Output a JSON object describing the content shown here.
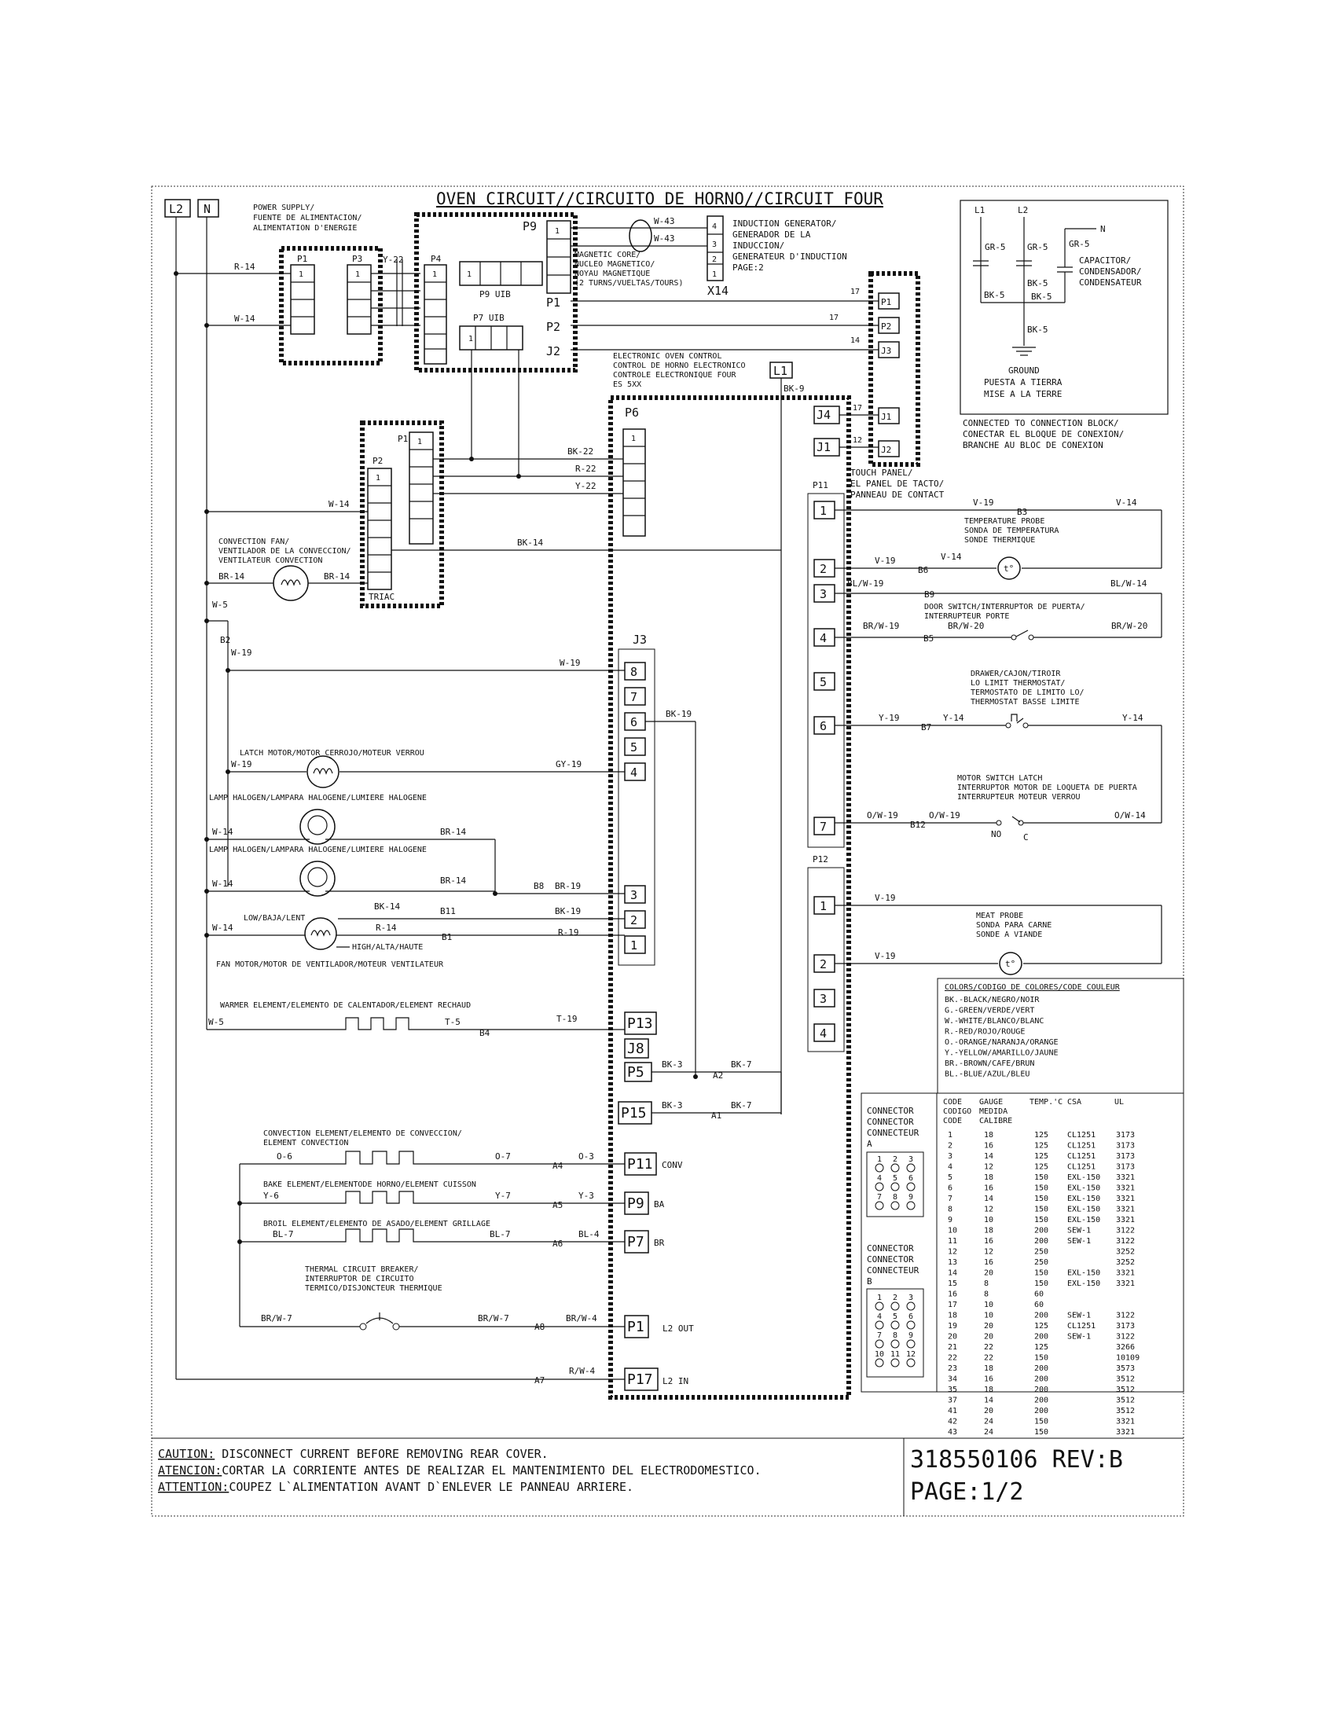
{
  "title": "OVEN CIRCUIT//CIRCUITO DE HORNO//CIRCUIT FOUR",
  "terminals": {
    "l2": "L2",
    "n": "N",
    "l1": "L1"
  },
  "power_supply": [
    "POWER SUPPLY/",
    "FUENTE DE ALIMENTACION/",
    "ALIMENTATION D'ENERGIE"
  ],
  "connectors": {
    "p1": "P1",
    "p3": "P3",
    "p4": "P4",
    "p9": "P9",
    "p2": "P2",
    "j2": "J2",
    "p9_uib": "P9 UIB",
    "p7_uib": "P7 UIB",
    "x14": "X14",
    "p6": "P6",
    "j3": "J3",
    "j4": "J4",
    "j1": "J1",
    "p11": "P11",
    "p12": "P12",
    "triac": "TRIAC",
    "p13": "P13",
    "j8": "J8",
    "p5": "P5",
    "p15": "P15",
    "p11b": "P11",
    "p9b": "P9",
    "p7b": "P7",
    "p1b": "P1",
    "p17": "P17",
    "conv": "CONV",
    "ba": "BA",
    "br": "BR",
    "l2out": "L2 OUT",
    "l2in": "L2 IN",
    "one": "1",
    "two": "2",
    "three": "3",
    "four": "4"
  },
  "induction": [
    "INDUCTION  GENERATOR/",
    "GENERADOR DE LA",
    "INDUCCION/",
    "GENERATEUR D'INDUCTION",
    "PAGE:2"
  ],
  "magnetic_core": [
    "MAGNETIC CORE/",
    "NUCLEO MAGNETICO/",
    "NOYAU MAGNETIQUE",
    "(2 TURNS/VUELTAS/TOURS)"
  ],
  "electronic_control": [
    "ELECTRONIC OVEN CONTROL",
    "CONTROL DE HORNO ELECTRONICO",
    "CONTROLE ELECTRONIQUE FOUR",
    "ES 5XX"
  ],
  "touch_panel": [
    "TOUCH PANEL/",
    "EL PANEL DE TACTO/",
    "PANNEAU DE CONTACT"
  ],
  "capacitor": [
    "CAPACITOR/",
    "CONDENSADOR/",
    "CONDENSATEUR"
  ],
  "ground": [
    "GROUND",
    "PUESTA A TIERRA",
    "MISE A LA TERRE"
  ],
  "connection_block": [
    "CONNECTED TO CONNECTION BLOCK/",
    "CONECTAR EL BLOQUE DE CONEXION/",
    "BRANCHE AU BLOC DE CONEXION"
  ],
  "components": {
    "conv_fan": [
      "CONVECTION FAN/",
      "VENTILADOR DE LA CONVECCION/",
      "VENTILATEUR CONVECTION"
    ],
    "latch_motor": "LATCH MOTOR/MOTOR CERROJO/MOTEUR VERROU",
    "lamp1": "LAMP HALOGEN/LAMPARA HALOGENE/LUMIERE HALOGENE",
    "lamp2": "LAMP HALOGEN/LAMPARA HALOGENE/LUMIERE HALOGENE",
    "low": "LOW/BAJA/LENT",
    "high": "HIGH/ALTA/HAUTE",
    "fan_motor": "FAN MOTOR/MOTOR DE VENTILADOR/MOTEUR VENTILATEUR",
    "warmer": "WARMER ELEMENT/ELEMENTO DE CALENTADOR/ELEMENT RECHAUD",
    "conv_element": [
      "CONVECTION ELEMENT/ELEMENTO DE CONVECCION/",
      "ELEMENT CONVECTION"
    ],
    "bake": "BAKE ELEMENT/ELEMENTODE HORNO/ELEMENT CUISSON",
    "broil": "BROIL ELEMENT/ELEMENTO DE ASADO/ELEMENT GRILLAGE",
    "thermal": [
      "THERMAL CIRCUIT BREAKER/",
      "INTERRUPTOR DE CIRCUITO",
      "TERMICO/DISJONCTEUR THERMIQUE"
    ],
    "temp_probe": [
      "TEMPERATURE PROBE",
      "SONDA DE TEMPERATURA",
      "SONDE THERMIQUE"
    ],
    "door_switch": [
      "DOOR SWITCH/INTERRUPTOR DE PUERTA/",
      "INTERRUPTEUR PORTE"
    ],
    "drawer": [
      "DRAWER/CAJON/TIROIR",
      "LO LIMIT THERMOSTAT/",
      "TERMOSTATO DE LIMITO LO/",
      "THERMOSTAT BASSE LIMITE"
    ],
    "motor_switch": [
      "MOTOR SWITCH LATCH",
      "INTERRUPTOR MOTOR DE LOQUETA DE PUERTA",
      "INTERRUPTEUR MOTEUR VERROU"
    ],
    "meat_probe": [
      "MEAT PROBE",
      "SONDA PARA CARNE",
      "SONDE A VIANDE"
    ],
    "no": "NO",
    "c": "C"
  },
  "wires": {
    "r14": "R-14",
    "w14": "W-14",
    "y22": "Y-22",
    "w43": "W-43",
    "bk22": "BK-22",
    "r22": "R-22",
    "bk14": "BK-14",
    "br14": "BR-14",
    "w5": "W-5",
    "b2": "B2",
    "w19": "W-19",
    "bk19": "BK-19",
    "gy19": "GY-19",
    "b8": "B8",
    "br19": "BR-19",
    "b11": "B11",
    "b1": "B1",
    "r19": "R-19",
    "t5": "T-5",
    "t19": "T-19",
    "b4": "B4",
    "bk3": "BK-3",
    "bk7": "BK-7",
    "a2": "A2",
    "a1": "A1",
    "o6": "O-6",
    "o7": "O-7",
    "a4": "A4",
    "o3": "O-3",
    "y6": "Y-6",
    "y7": "Y-7",
    "a5": "A5",
    "y3": "Y-3",
    "bl7": "BL-7",
    "a6": "A6",
    "bl4": "BL-4",
    "brw7": "BR/W-7",
    "a8": "A8",
    "brw4": "BR/W-4",
    "a7": "A7",
    "rw4": "R/W-4",
    "bk9": "BK-9",
    "n17": "17",
    "n12": "12",
    "n14": "14",
    "v19": "V-19",
    "b3": "B3",
    "v14": "V-14",
    "b6": "B6",
    "blw19": "BL/W-19",
    "b9": "B9",
    "blw14": "BL/W-14",
    "brw19": "BR/W-19",
    "brw20": "BR/W-20",
    "b5": "B5",
    "y19": "Y-19",
    "b7": "B7",
    "y14": "Y-14",
    "ow19": "O/W-19",
    "b12": "B12",
    "ow14": "O/W-14",
    "gr5": "GR-5",
    "bk5": "BK-5",
    "n": "N",
    "l1": "L1",
    "l2": "L2"
  },
  "colors_legend": {
    "title": "COLORS/CODIGO DE COLORES/CODE COULEUR",
    "items": [
      "BK.-BLACK/NEGRO/NOIR",
      "G.-GREEN/VERDE/VERT",
      "W.-WHITE/BLANCO/BLANC",
      "R.-RED/ROJO/ROUGE",
      "O.-ORANGE/NARANJA/ORANGE",
      "Y.-YELLOW/AMARILLO/JAUNE",
      "BR.-BROWN/CAFE/BRUN",
      "BL.-BLUE/AZUL/BLEU"
    ]
  },
  "connector_a": [
    "CONNECTOR",
    "CONNECTOR",
    "CONNECTEUR",
    "A"
  ],
  "connector_b": [
    "CONNECTOR",
    "CONNECTOR",
    "CONNECTEUR",
    "B"
  ],
  "gauge_table": {
    "headers": [
      [
        "CODE",
        "CODIGO",
        "CODE"
      ],
      [
        "GAUGE",
        "MEDIDA",
        "CALIBRE"
      ],
      [
        "TEMP.'C"
      ],
      [
        "CSA"
      ],
      [
        "UL"
      ]
    ],
    "rows": [
      [
        "1",
        "18",
        "125",
        "CL1251",
        "3173"
      ],
      [
        "2",
        "16",
        "125",
        "CL1251",
        "3173"
      ],
      [
        "3",
        "14",
        "125",
        "CL1251",
        "3173"
      ],
      [
        "4",
        "12",
        "125",
        "CL1251",
        "3173"
      ],
      [
        "5",
        "18",
        "150",
        "EXL-150",
        "3321"
      ],
      [
        "6",
        "16",
        "150",
        "EXL-150",
        "3321"
      ],
      [
        "7",
        "14",
        "150",
        "EXL-150",
        "3321"
      ],
      [
        "8",
        "12",
        "150",
        "EXL-150",
        "3321"
      ],
      [
        "9",
        "10",
        "150",
        "EXL-150",
        "3321"
      ],
      [
        "10",
        "18",
        "200",
        "SEW-1",
        "3122"
      ],
      [
        "11",
        "16",
        "200",
        "SEW-1",
        "3122"
      ],
      [
        "12",
        "12",
        "250",
        "",
        "3252"
      ],
      [
        "13",
        "16",
        "250",
        "",
        "3252"
      ],
      [
        "14",
        "20",
        "150",
        "EXL-150",
        "3321"
      ],
      [
        "15",
        "8",
        "150",
        "EXL-150",
        "3321"
      ],
      [
        "16",
        "8",
        "60",
        "",
        ""
      ],
      [
        "17",
        "10",
        "60",
        "",
        ""
      ],
      [
        "18",
        "10",
        "200",
        "SEW-1",
        "3122"
      ],
      [
        "19",
        "20",
        "125",
        "CL1251",
        "3173"
      ],
      [
        "20",
        "20",
        "200",
        "SEW-1",
        "3122"
      ],
      [
        "21",
        "22",
        "125",
        "",
        "3266"
      ],
      [
        "22",
        "22",
        "150",
        "",
        "10109"
      ],
      [
        "23",
        "18",
        "200",
        "",
        "3573"
      ],
      [
        "34",
        "16",
        "200",
        "",
        "3512"
      ],
      [
        "35",
        "18",
        "200",
        "",
        "3512"
      ],
      [
        "37",
        "14",
        "200",
        "",
        "3512"
      ],
      [
        "41",
        "20",
        "200",
        "",
        "3512"
      ],
      [
        "42",
        "24",
        "150",
        "",
        "3321"
      ],
      [
        "43",
        "24",
        "150",
        "",
        "3321"
      ]
    ]
  },
  "footer": {
    "caution_label": "CAUTION:",
    "caution": " DISCONNECT CURRENT BEFORE REMOVING REAR COVER.",
    "atencion_label": "ATENCION:",
    "atencion": "CORTAR LA CORRIENTE ANTES DE REALIZAR EL MANTENIMIENTO DEL ELECTRODOMESTICO.",
    "attention_label": "ATTENTION:",
    "attention": "COUPEZ L`ALIMENTATION AVANT D`ENLEVER LE PANNEAU ARRIERE.",
    "part_number": "318550106 REV:B",
    "page": "PAGE:1/2"
  }
}
